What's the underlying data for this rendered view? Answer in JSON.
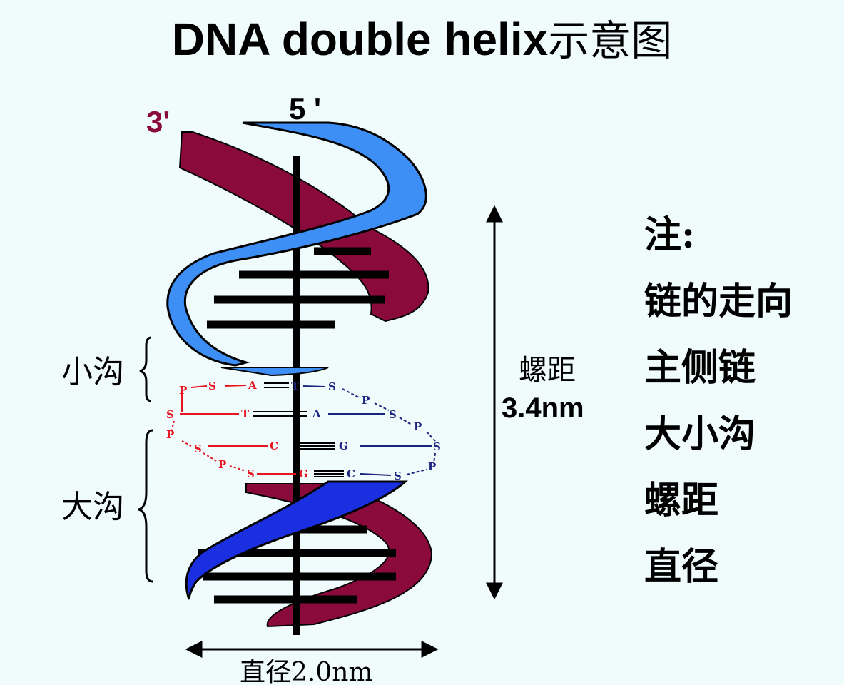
{
  "title": {
    "main": "DNA double helix",
    "suffix": "示意图"
  },
  "labels": {
    "end_3": "3'",
    "end_5": "5 '",
    "minor_groove": "小沟",
    "major_groove": "大沟",
    "pitch_label": "螺距",
    "pitch_value": "3.4nm",
    "diameter": "直径2.0nm"
  },
  "notes": {
    "heading": "注:",
    "items": [
      "链的走向",
      "主侧链",
      "大小沟",
      "螺距",
      "直径"
    ]
  },
  "base_pairs": {
    "row1": {
      "left": [
        "P",
        "S",
        "A"
      ],
      "right": [
        "T",
        "S",
        "P"
      ]
    },
    "row2": {
      "left": [
        "S",
        "T"
      ],
      "right": [
        "A",
        "S",
        "P"
      ]
    },
    "row3": {
      "left": [
        "P",
        "S",
        "C"
      ],
      "right": [
        "G",
        "S"
      ]
    },
    "row4": {
      "left": [
        "P",
        "S",
        "G"
      ],
      "right": [
        "C",
        "S",
        "P"
      ]
    }
  },
  "colors": {
    "background": "#f0fcfb",
    "strand_red": "#8b0a3c",
    "strand_blue": "#3d8ef5",
    "strand_blue_dark": "#1a2fe0",
    "base_red": "#e8141e",
    "base_navy": "#1a237e",
    "end_3_color": "#8b0a3c"
  }
}
